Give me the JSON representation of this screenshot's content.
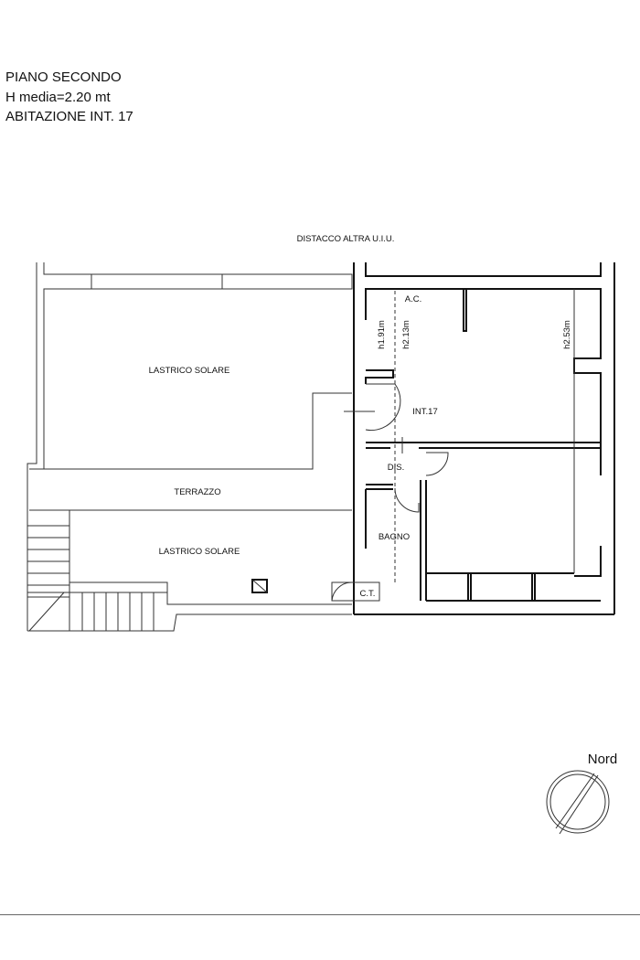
{
  "header": {
    "line1": "PIANO SECONDO",
    "line2": "H media=2.20 mt",
    "line3": "ABITAZIONE INT. 17"
  },
  "plan": {
    "neighbor_label": "DISTACCO ALTRA U.I.U.",
    "rooms": {
      "lastrico_top": "LASTRICO SOLARE",
      "terrazzo": "TERRAZZO",
      "lastrico_bottom": "LASTRICO SOLARE",
      "ac": "A.C.",
      "int": "INT.17",
      "dis": "DIS.",
      "bagno": "BAGNO",
      "ct": "C.T."
    },
    "heights": {
      "h1": "h1.91m",
      "h2": "h2.13m",
      "h3": "h2.53m"
    }
  },
  "compass": {
    "label": "Nord"
  }
}
